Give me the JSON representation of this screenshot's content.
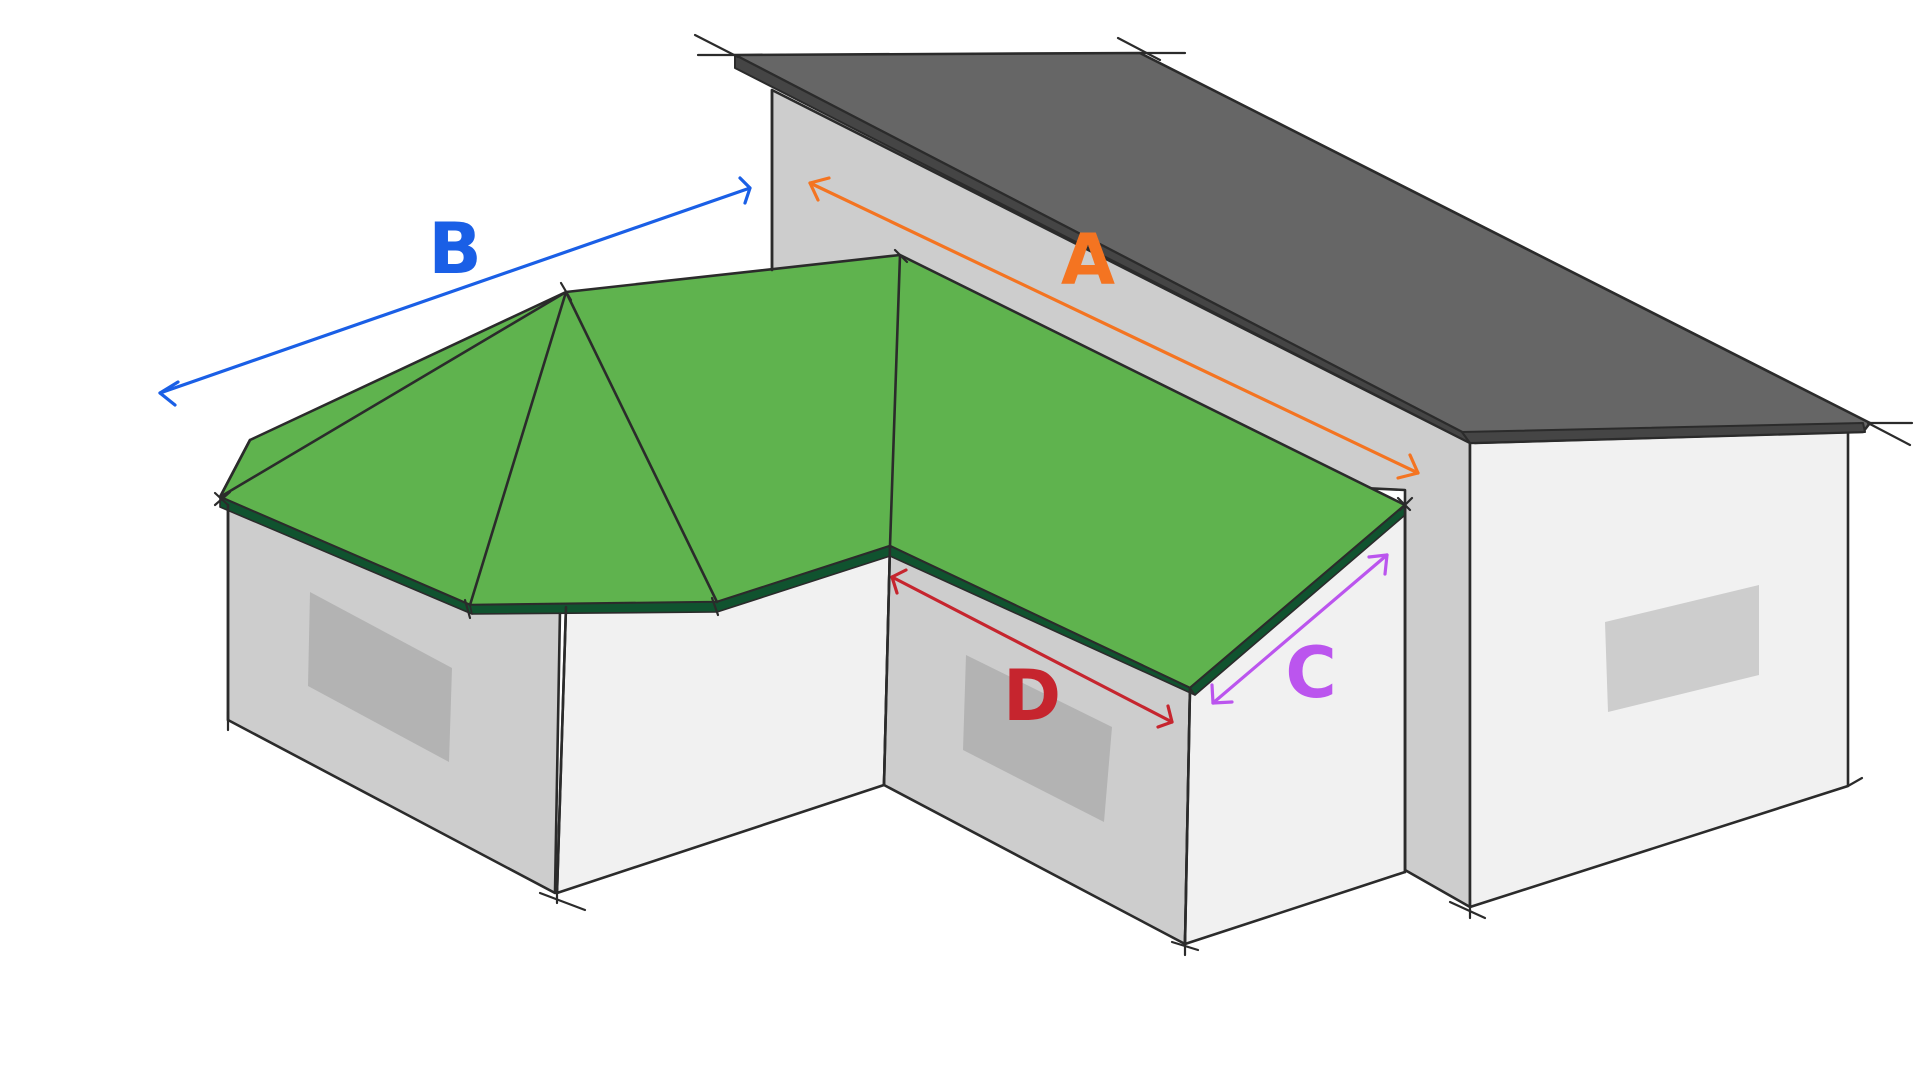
{
  "labels": {
    "a": "A",
    "b": "B",
    "c": "C",
    "d": "D"
  },
  "colors": {
    "a": "#f47421",
    "b": "#1a5fe6",
    "c": "#bb55ee",
    "d": "#c6252e",
    "roof_green": "#5fb34e",
    "roof_fascia": "#10532f",
    "roof_dark": "#666666",
    "roof_dark_edge": "#454545",
    "wall_light": "#f1f1f1",
    "wall_mid": "#cdcdcd",
    "window": "#b3b3b3",
    "line": "#2b2b2b"
  }
}
